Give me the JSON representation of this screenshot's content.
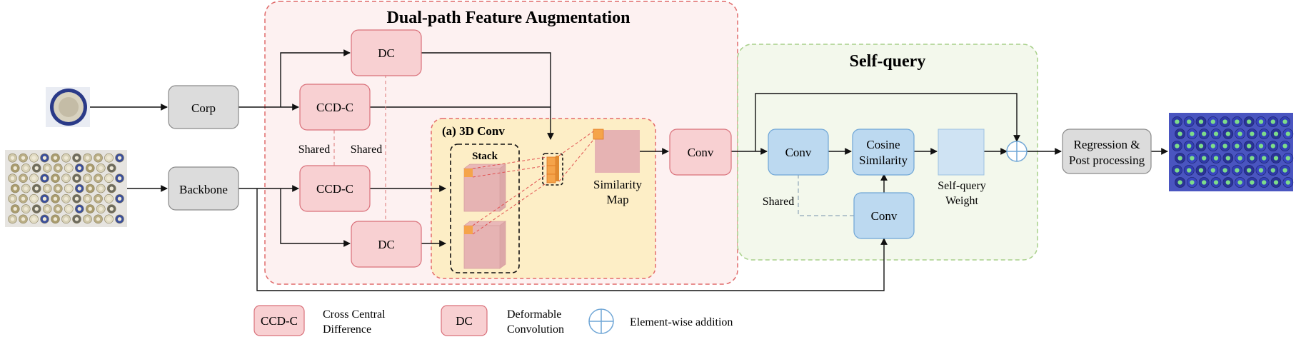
{
  "groups": {
    "dual_path": "Dual-path Feature Augmentation",
    "self_query": "Self-query",
    "conv3d": "(a) 3D Conv",
    "stack": "Stack"
  },
  "nodes": {
    "corp": "Corp",
    "backbone": "Backbone",
    "dc_top": "DC",
    "ccdc_top": "CCD-C",
    "ccdc_bottom": "CCD-C",
    "dc_bottom": "DC",
    "conv_mid": "Conv",
    "sq_conv": "Conv",
    "sq_cos_1": "Cosine",
    "sq_cos_2": "Similarity",
    "sq_conv2": "Conv",
    "regression_1": "Regression &",
    "regression_2": "Post processing"
  },
  "labels": {
    "shared_left": "Shared",
    "shared_right": "Shared",
    "shared_sq": "Shared",
    "similarity_1": "Similarity",
    "similarity_2": "Map",
    "selfquery_weight_1": "Self-query",
    "selfquery_weight_2": "Weight"
  },
  "legend": {
    "ccdc_box": "CCD-C",
    "ccdc_desc_1": "Cross Central",
    "ccdc_desc_2": "Difference",
    "dc_box": "DC",
    "dc_desc_1": "Deformable",
    "dc_desc_2": "Convolution",
    "add_desc": "Element-wise addition"
  },
  "colors": {
    "pink_fill": "#f8d0d2",
    "pink_stroke": "#d9707a",
    "gray_fill": "#dcdcdc",
    "gray_stroke": "#8a8a8a",
    "blue_fill": "#bcd9f0",
    "blue_stroke": "#6fa6d6",
    "dual_bg": "#fdf1f1",
    "dual_border": "#e06a6a",
    "sq_bg": "#f3f8ec",
    "sq_border": "#a8d08a",
    "conv3d_bg": "#fdeec6",
    "conv3d_border": "#e46a6a",
    "orange": "#f5a44a"
  }
}
